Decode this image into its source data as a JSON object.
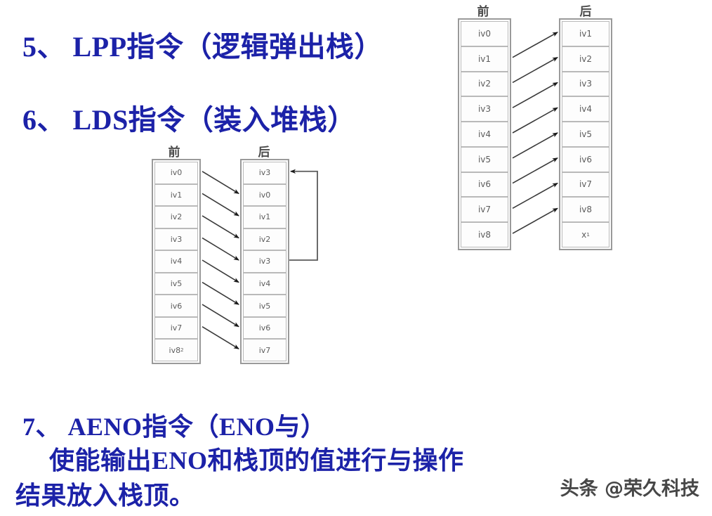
{
  "slide": {
    "background_color": "#ffffff",
    "heading_color": "#1c22a8"
  },
  "headings": {
    "lpp": "5、 LPP指令（逻辑弹出栈）",
    "lds": "6、 LDS指令（装入堆栈）",
    "aeno_line1": "7、 AENO指令（ENO与）",
    "aeno_line2": "    使能输出ENO和栈顶的值进行与操作",
    "aeno_line3": "结果放入栈顶。"
  },
  "diagram_lpp": {
    "name": "lpp-stack-diagram",
    "before_title": "前",
    "after_title": "后",
    "before_cells": [
      "iv0",
      "iv1",
      "iv2",
      "iv3",
      "iv4",
      "iv5",
      "iv6",
      "iv7",
      "iv8"
    ],
    "after_cells": [
      "iv1",
      "iv2",
      "iv3",
      "iv4",
      "iv5",
      "iv6",
      "iv7",
      "iv8",
      "x"
    ],
    "after_last_superscript": "1",
    "arrows": [
      {
        "from_row": 1,
        "to_row": 0
      },
      {
        "from_row": 2,
        "to_row": 1
      },
      {
        "from_row": 3,
        "to_row": 2
      },
      {
        "from_row": 4,
        "to_row": 3
      },
      {
        "from_row": 5,
        "to_row": 4
      },
      {
        "from_row": 6,
        "to_row": 5
      },
      {
        "from_row": 7,
        "to_row": 6
      },
      {
        "from_row": 8,
        "to_row": 7
      }
    ]
  },
  "diagram_lds": {
    "name": "lds-stack-diagram",
    "before_title": "前",
    "after_title": "后",
    "before_cells": [
      "iv0",
      "iv1",
      "iv2",
      "iv3",
      "iv4",
      "iv5",
      "iv6",
      "iv7",
      "iv8"
    ],
    "before_last_superscript": "2",
    "after_cells": [
      "iv3",
      "iv0",
      "iv1",
      "iv2",
      "iv3",
      "iv4",
      "iv5",
      "iv6",
      "iv7"
    ],
    "arrows": [
      {
        "from_row": 0,
        "to_row": 1
      },
      {
        "from_row": 1,
        "to_row": 2
      },
      {
        "from_row": 2,
        "to_row": 3
      },
      {
        "from_row": 3,
        "to_row": 4
      },
      {
        "from_row": 4,
        "to_row": 5
      },
      {
        "from_row": 5,
        "to_row": 6
      },
      {
        "from_row": 6,
        "to_row": 7
      },
      {
        "from_row": 7,
        "to_row": 8
      }
    ],
    "loopback": {
      "from_row": 4,
      "to_row": 0
    }
  },
  "watermark": {
    "text": "头条 @荣久科技"
  }
}
